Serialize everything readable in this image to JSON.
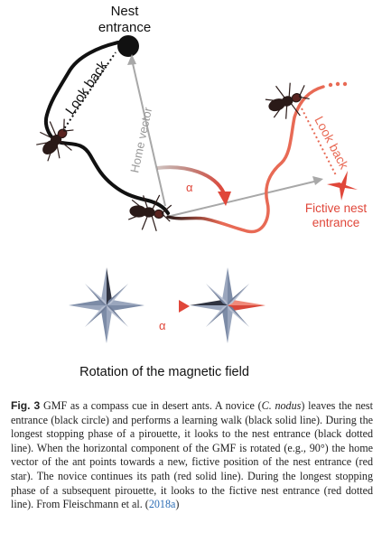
{
  "figure": {
    "labels": {
      "nest_entrance_line1": "Nest",
      "nest_entrance_line2": "entrance",
      "look_back_left": "Look back",
      "home_vector": "Home vector",
      "look_back_right": "Look back",
      "alpha_top": "α",
      "fictive_line1": "Fictive nest",
      "fictive_line2": "entrance",
      "alpha_compass": "α",
      "rotation_caption": "Rotation of the magnetic field"
    },
    "colors": {
      "black_path": "#111111",
      "red_path": "#e86a55",
      "gray_vector": "#a8a8a8",
      "compass_blue": "#7c8ba6",
      "compass_dark": "#3c4150"
    }
  },
  "caption": {
    "label": "Fig. 3",
    "t1": " GMF as a compass cue in desert ants. A novice (",
    "species": "C. nodus",
    "t2": ") leaves the nest entrance (black circle) and performs a learning walk (black solid line). During the longest stopping phase of a pirouette, it looks to the nest entrance (black dotted line). When the horizontal component of the GMF is rotated (e.g., 90°) the home vector of the ant points towards a new, fictive position of the nest entrance (red star). The novice continues its path (red solid line). During the longest stopping phase of a subsequent pirouette, it looks to the fictive nest entrance (red dotted line). From Fleischmann et al. (",
    "citation": "2018a",
    "t3": ")"
  }
}
